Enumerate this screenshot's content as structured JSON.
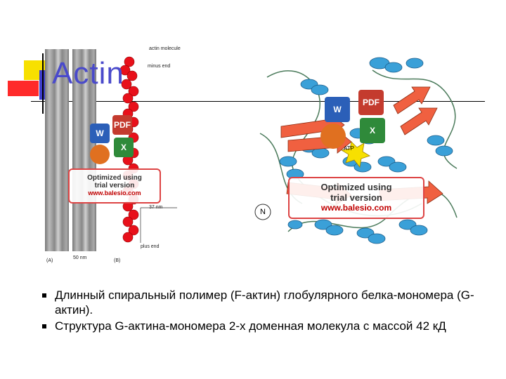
{
  "slide": {
    "title": "Actin",
    "bullets": [
      "Длинный спиральный полимер (F-актин) глобулярного белка-мономера (G-актин).",
      "Структура G-актина-мономера 2-х доменная молекула с массой 42 кД"
    ]
  },
  "figure_left": {
    "label_actin_molecule": "actin molecule",
    "label_minus_end": "minus end",
    "label_37nm": "37 nm",
    "label_plus_end": "plus end",
    "label_a": "(A)",
    "label_50nm": "50 nm",
    "label_b": "(B)"
  },
  "figure_right": {
    "label_atp": "ATP",
    "label_n": "N"
  },
  "watermark": {
    "line1": "Optimized using",
    "line2": "trial version",
    "url": "www.balesio.com",
    "tile_pdf": "PDF",
    "tile_w": "W",
    "tile_x": "X"
  },
  "colors": {
    "title": "#4a4acb",
    "accent_yellow": "#f7e000",
    "accent_blue": "#3d3dcc",
    "accent_red": "#ff2a2a",
    "helix": "#3aa0d8",
    "sheet": "#f06040",
    "bead": "#e8101a"
  }
}
